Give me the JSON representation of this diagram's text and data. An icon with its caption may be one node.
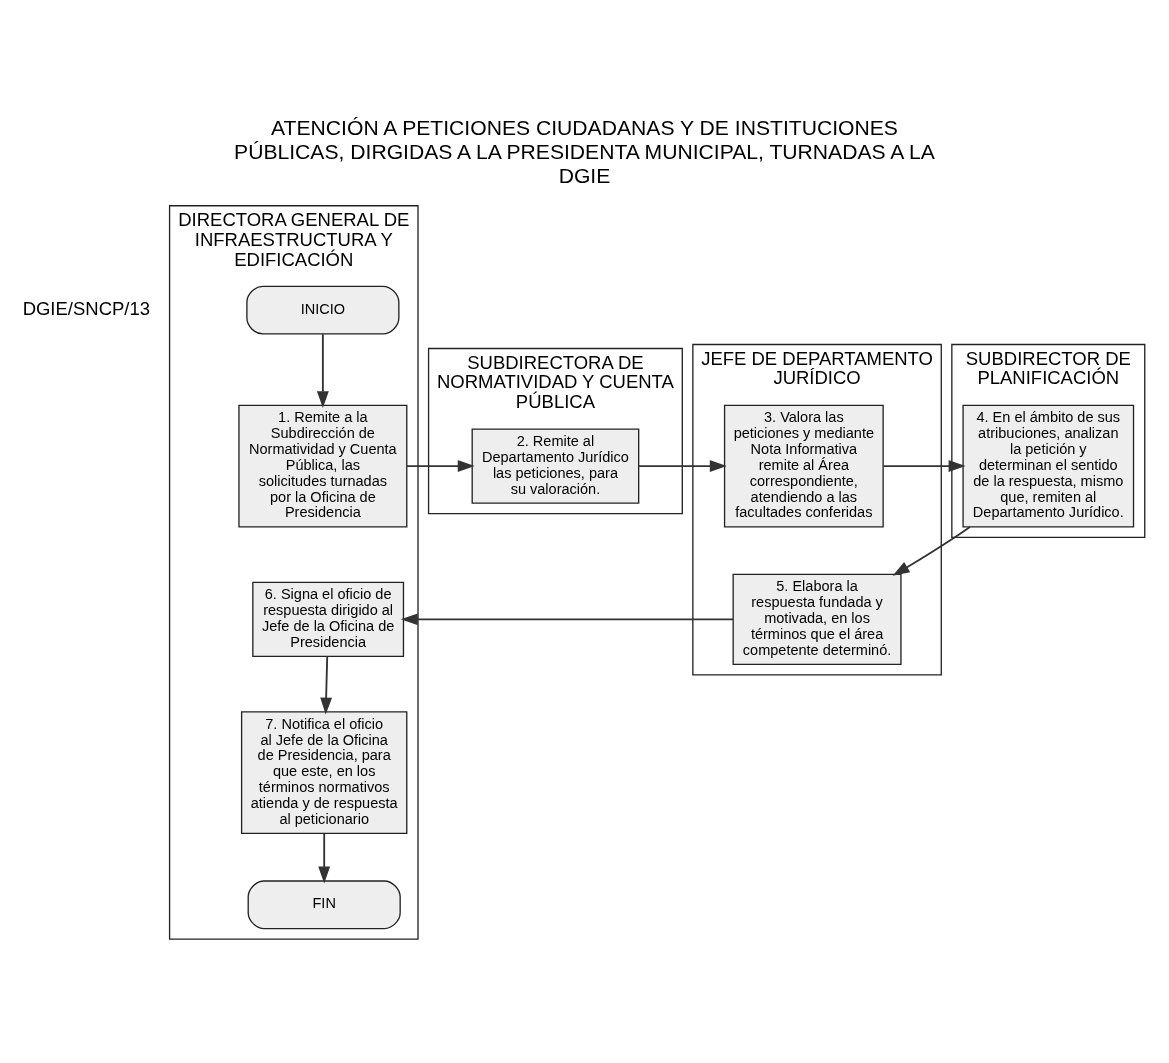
{
  "diagram": {
    "title": "ATENCIÓN A PETICIONES CIUDADANAS Y DE INSTITUCIONES PÚBLICAS, DIRGIDAS A LA PRESIDENTA MUNICIPAL, TURNADAS A LA DGIE",
    "nodes": [
      {
        "text": [
          "DIRECTORA GENERAL DE INFRAESTRUCTURA Y EDIFICACIÓN"
        ]
      },
      {
        "text": [
          "SUBDIRECTORA DE NORMATIVIDAD Y CUENTA PÚBLICA"
        ]
      },
      {
        "text": [
          "JEFE DE DEPARTAMENTO JURÍDICO"
        ]
      },
      {
        "text": [
          "SUBDIRECTOR DE PLANIFICACIÓN"
        ]
      },
      {
        "text": [
          "INICIO"
        ],
        "in": 0
      },
      {
        "text": [
          "1. Remite a la Subdirección de Normatividad y Cuenta Pública, las solicitudes turnadas por la Oficina de Presidencia"
        ],
        "in": 0
      },
      {
        "text": [
          "2. Remite al Departamento Jurídico las peticiones, para su valoración."
        ],
        "in": 1
      },
      {
        "text": [
          "3. Valora las peticiones y mediante Nota Informativa remite al Área correspondiente, atendiendo a las facultades conferidas"
        ],
        "in": 2
      },
      {
        "text": [
          "4. En el ámbito de sus atribuciones, analizan la petición y determinan el sentido de la respuesta, mismo que, remiten al Departamento Jurídico."
        ],
        "in": 3
      },
      {
        "text": [
          "5. Elabora la respuesta fundada y motivada, en los términos que el área competente determinó."
        ],
        "in": 2
      },
      {
        "text": [
          "6. Signa el oficio de respuesta dirigido al Jefe de la Oficina de Presidencia"
        ],
        "in": 0
      },
      {
        "text": [
          "7. Notifica el oficio al Jefe de la Oficina de Presidencia, para que este, en los términos normativos atienda y de respuesta al peticionario"
        ],
        "in": 0
      },
      {
        "text": [
          "FIN"
        ],
        "in": 0
      }
    ],
    "edges": [
      {
        "from": 4,
        "to": 5,
        "arrow": "to"
      },
      {
        "from": 5,
        "to": 6,
        "arrow": "to"
      },
      {
        "from": 6,
        "to": 7,
        "arrow": "to"
      },
      {
        "from": 7,
        "to": 8,
        "arrow": "to"
      },
      {
        "from": 8,
        "to": 9,
        "arrow": "to"
      },
      {
        "from": 9,
        "to": 10,
        "arrow": "to"
      },
      {
        "from": 10,
        "to": 11,
        "arrow": "to"
      },
      {
        "from": 11,
        "to": 12,
        "arrow": "to"
      }
    ],
    "labels": [
      "DGIE/SNCP/13"
    ]
  }
}
